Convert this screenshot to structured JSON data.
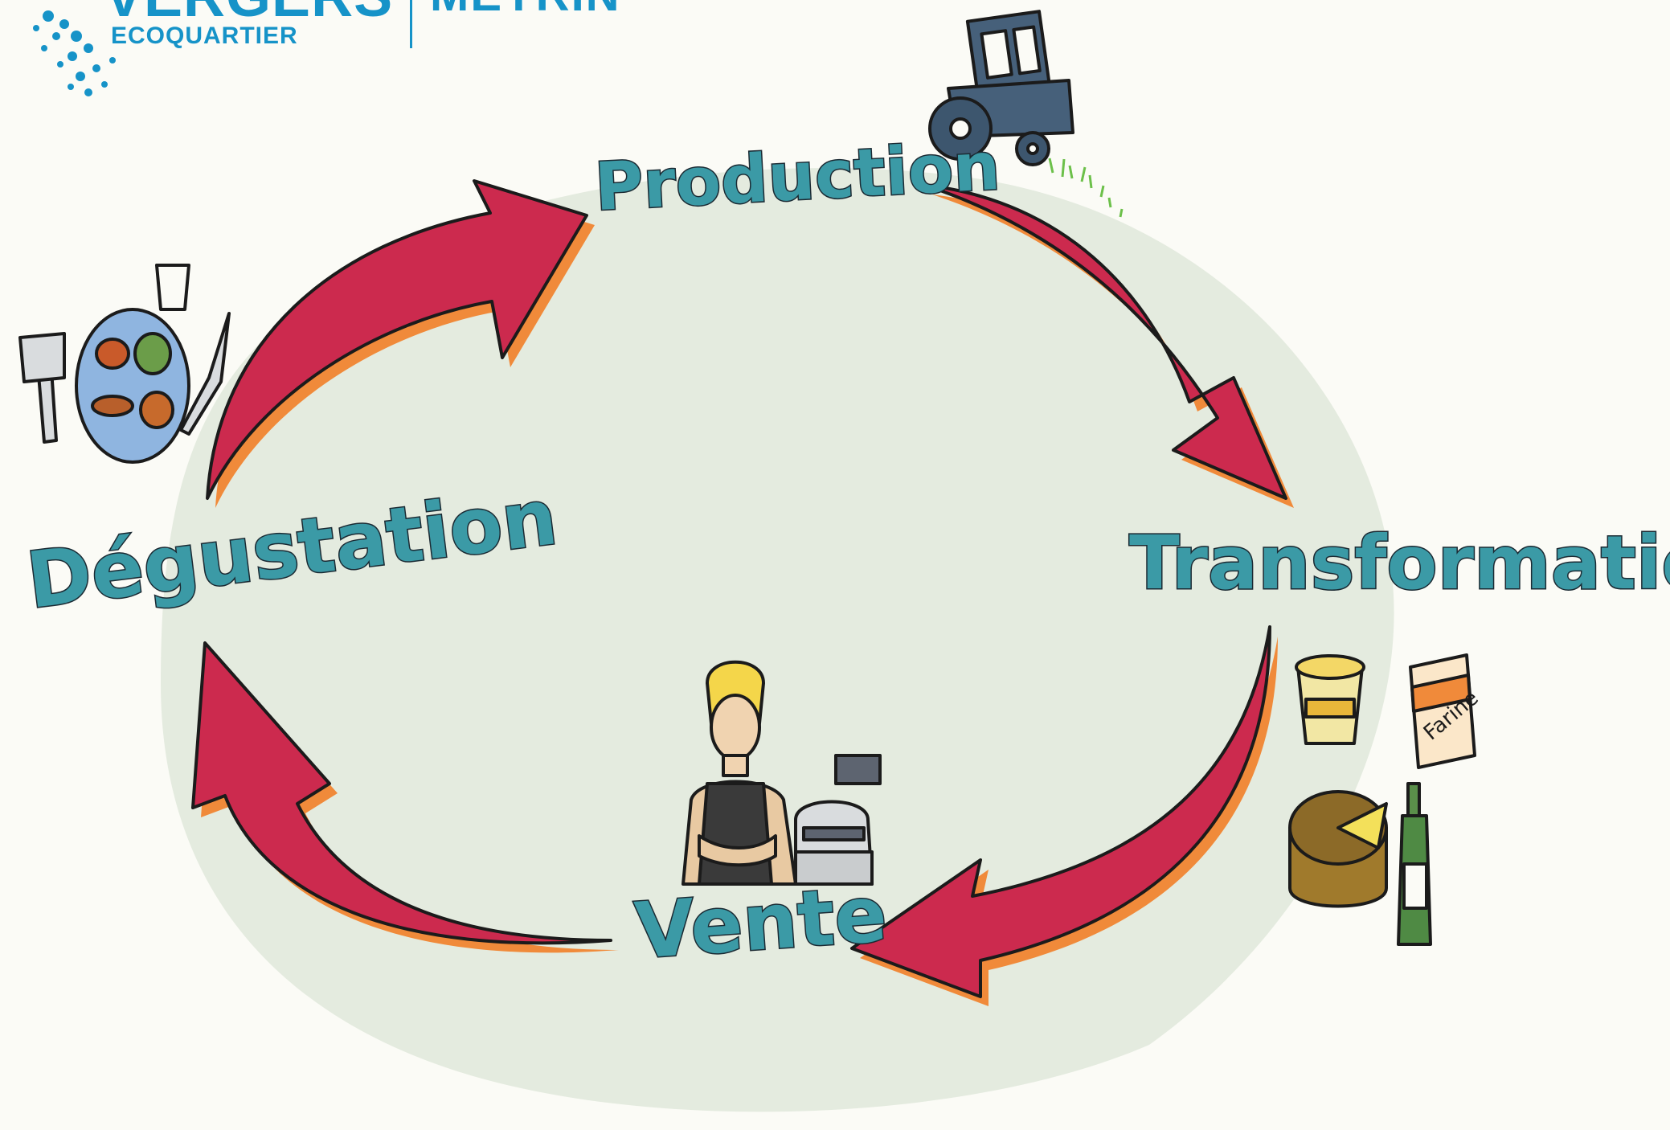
{
  "logo": {
    "main": "VERGERS",
    "sub": "ECOQUARTIER",
    "city": "MEYRIN"
  },
  "cycle": {
    "stages": [
      {
        "label": "Production",
        "icon": "tractor-icon"
      },
      {
        "label": "Transformation",
        "icon": "food-products-icon"
      },
      {
        "label": "Vente",
        "icon": "shopkeeper-icon"
      },
      {
        "label": "Dégustation",
        "icon": "meal-plate-icon"
      }
    ]
  },
  "illustrations": {
    "flour_bag_text": "Farine"
  },
  "colors": {
    "arrow": "#cc2a4e",
    "arrow_shadow": "#f08a3a",
    "label": "#3b9aa6",
    "background_blob": "#e4ebdf",
    "logo": "#1693c8"
  }
}
